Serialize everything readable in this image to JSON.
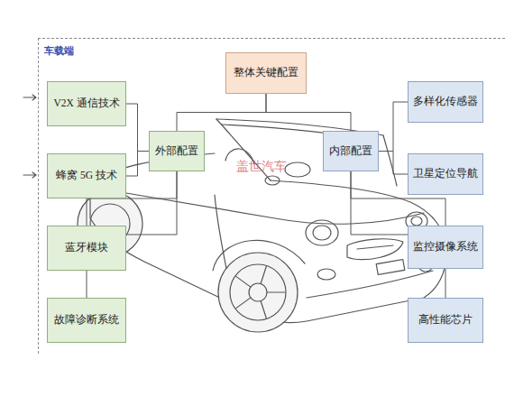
{
  "diagram": {
    "nodes": [
      {
        "text": [
          "车载端"
        ]
      },
      {
        "text": [
          "整体关键配置"
        ],
        "in": 0
      },
      {
        "text": [
          "V2X 通信技术"
        ],
        "in": 0
      },
      {
        "text": [
          "外部配置"
        ],
        "in": 0
      },
      {
        "text": [
          "内部配置"
        ],
        "in": 0
      },
      {
        "text": [
          "多样化传感器"
        ],
        "in": 0
      },
      {
        "text": [
          "蜂窝 5G 技术"
        ],
        "in": 0
      },
      {
        "text": [
          "卫星定位导航"
        ],
        "in": 0
      },
      {
        "text": [
          "蓝牙模块"
        ],
        "in": 0
      },
      {
        "text": [
          "监控摄像系统"
        ],
        "in": 0
      },
      {
        "text": [
          "故障诊断系统"
        ],
        "in": 0
      },
      {
        "text": [
          "高性能芯片"
        ],
        "in": 0
      }
    ],
    "edges": [
      {
        "from": 1,
        "to": 3,
        "arrow": "none"
      },
      {
        "from": 1,
        "to": 4,
        "arrow": "none"
      },
      {
        "from": 3,
        "to": 2,
        "arrow": "none"
      },
      {
        "from": 3,
        "to": 6,
        "arrow": "none"
      },
      {
        "from": 3,
        "to": 8,
        "arrow": "none"
      },
      {
        "from": 3,
        "to": 10,
        "arrow": "none"
      },
      {
        "from": 4,
        "to": 5,
        "arrow": "none"
      },
      {
        "from": 4,
        "to": 7,
        "arrow": "none"
      },
      {
        "from": 4,
        "to": 9,
        "arrow": "none"
      },
      {
        "from": 4,
        "to": 11,
        "arrow": "none"
      }
    ],
    "labels": [
      "盖世汽车"
    ]
  }
}
